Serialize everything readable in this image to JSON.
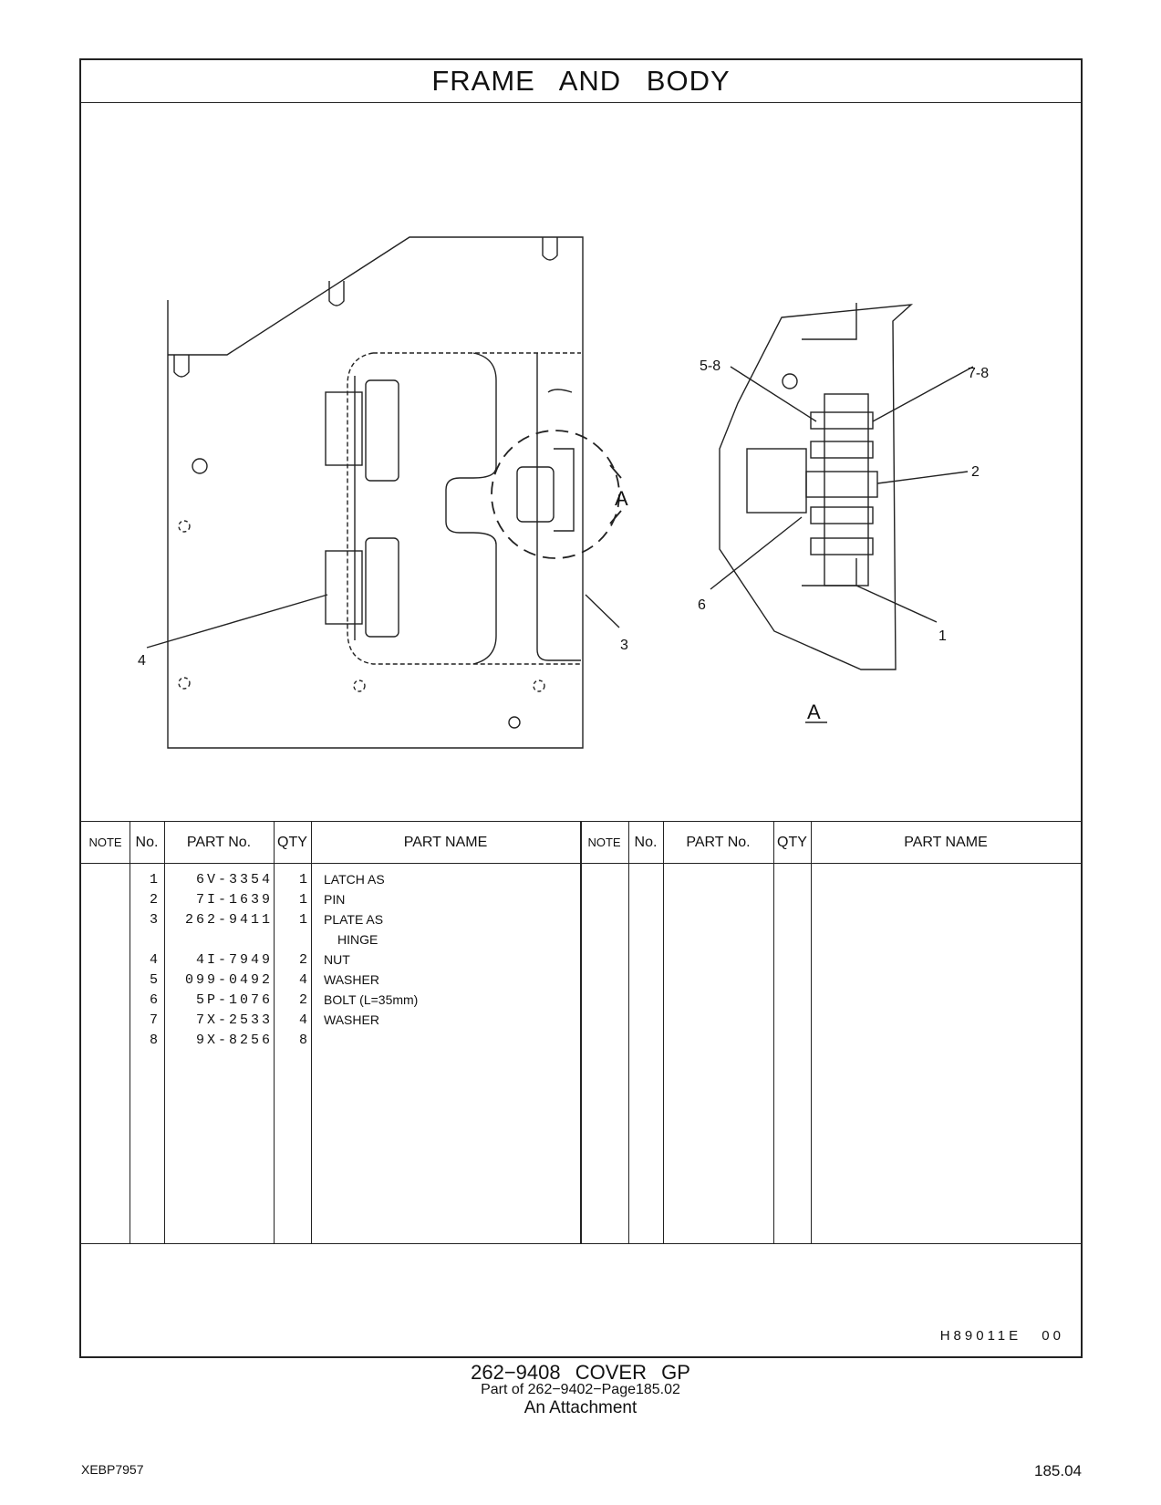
{
  "section_title": "FRAME   AND   BODY",
  "callouts": {
    "c1": "1",
    "c2": "2",
    "c3": "3",
    "c4": "4",
    "c5_8": "5-8",
    "c6": "6",
    "c7_8": "7-8",
    "view_arrow": "A",
    "view_label": "A"
  },
  "table": {
    "headers": {
      "note": "NOTE",
      "no": "No.",
      "part_no": "PART No.",
      "qty": "QTY",
      "part_name": "PART NAME"
    },
    "rows": [
      {
        "no": "1",
        "part_no": "6V-3354",
        "qty": "1",
        "name": "LATCH  AS"
      },
      {
        "no": "2",
        "part_no": "7I-1639",
        "qty": "1",
        "name": "PIN"
      },
      {
        "no": "3",
        "part_no": "262-9411",
        "qty": "1",
        "name": "PLATE  AS"
      },
      {
        "no": "",
        "part_no": "",
        "qty": "",
        "name": "HINGE"
      },
      {
        "no": "4",
        "part_no": "4I-7949",
        "qty": "2",
        "name": "NUT"
      },
      {
        "no": "5",
        "part_no": "099-0492",
        "qty": "4",
        "name": "WASHER"
      },
      {
        "no": "6",
        "part_no": "5P-1076",
        "qty": "2",
        "name": "BOLT (L=35mm)"
      },
      {
        "no": "7",
        "part_no": "7X-2533",
        "qty": "4",
        "name": "WASHER"
      },
      {
        "no": "8",
        "part_no": "9X-8256",
        "qty": "8",
        "name": ""
      }
    ]
  },
  "drawing_code": "H89011E   00",
  "caption": {
    "line1": "262−9408   COVER  GP",
    "line2": "Part of 262−9402−Page185.02",
    "line3": "An Attachment"
  },
  "doc_id": "XEBP7957",
  "page_number": "185.04"
}
